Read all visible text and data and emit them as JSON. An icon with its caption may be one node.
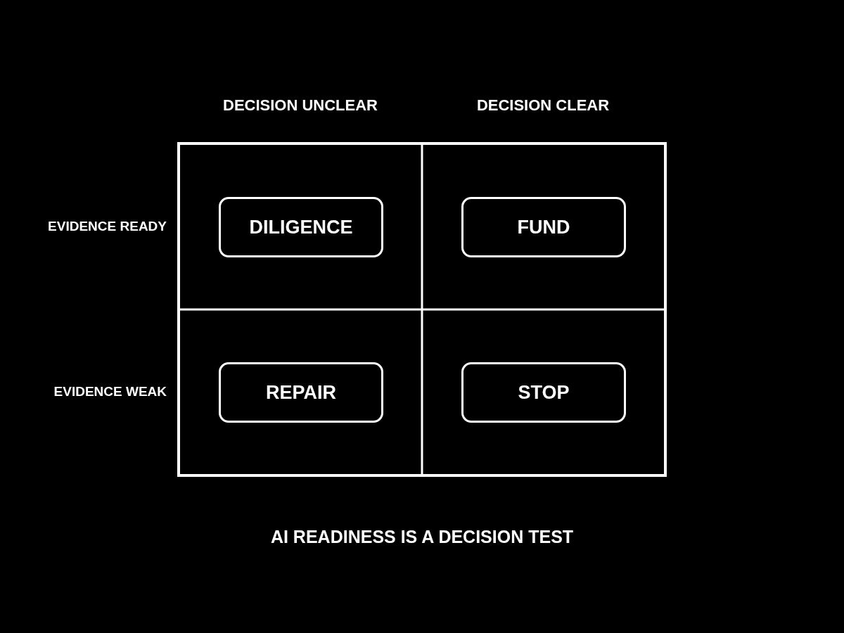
{
  "diagram": {
    "caption": "AI READINESS IS A DECISION TEST",
    "nodes": [
      {
        "text": [
          "DILIGENCE"
        ]
      },
      {
        "text": [
          "FUND"
        ]
      },
      {
        "text": [
          "REPAIR"
        ]
      },
      {
        "text": [
          "STOP"
        ]
      }
    ],
    "labels": [
      "DECISION UNCLEAR",
      "DECISION CLEAR",
      "EVIDENCE READY",
      "EVIDENCE WEAK"
    ]
  }
}
